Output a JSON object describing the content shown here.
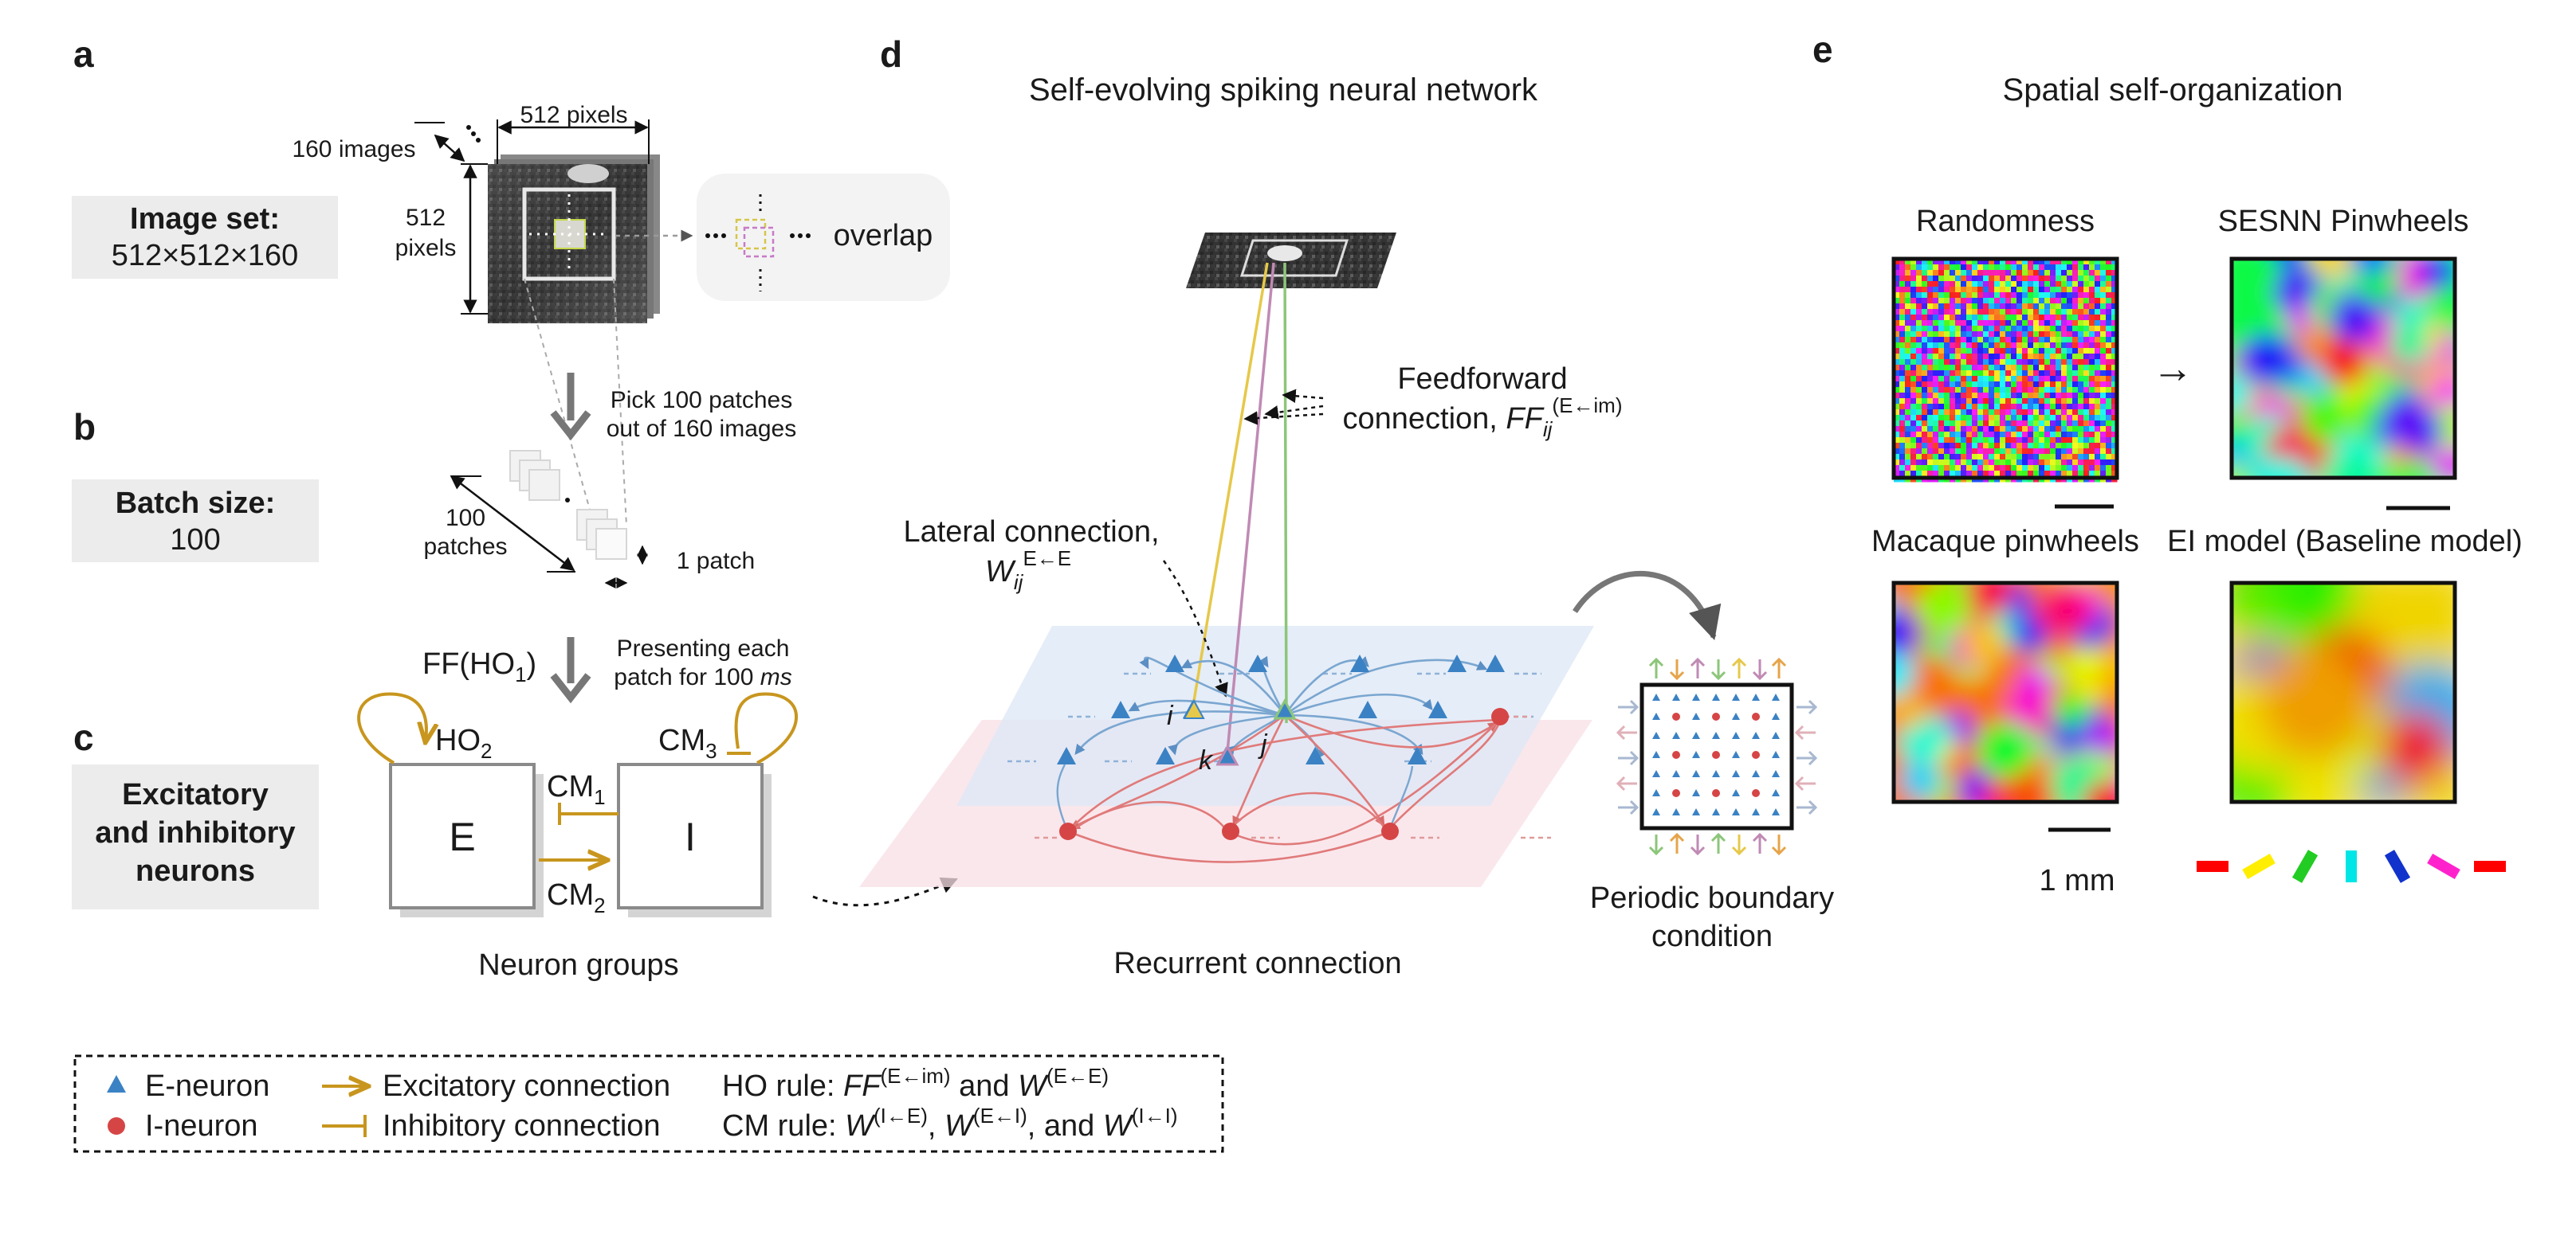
{
  "panels": {
    "a": {
      "letter": "a",
      "box_title": "Image set:",
      "box_value": "512×512×160",
      "images_label": "160 images",
      "width_label": "512 pixels",
      "height_label_1": "512",
      "height_label_2": "pixels",
      "overlap_label": "overlap"
    },
    "b": {
      "letter": "b",
      "box_title": "Batch size:",
      "box_value": "100",
      "pick_label_1": "Pick 100 patches",
      "pick_label_2": "out of 160 images",
      "patches_label_1": "100",
      "patches_label_2": "patches",
      "one_patch_label": "1 patch"
    },
    "c": {
      "letter": "c",
      "box_line_1": "Excitatory",
      "box_line_2": "and inhibitory",
      "box_line_3": "neurons",
      "ff_label": "FF(HO",
      "ff_sub": "1",
      "ff_close": ")",
      "present_label_1": "Presenting each",
      "present_label_2": "patch for 100 ",
      "present_unit": "ms",
      "ho2": "HO",
      "ho2_sub": "2",
      "cm3": "CM",
      "cm3_sub": "3",
      "cm1": "CM",
      "cm1_sub": "1",
      "cm2": "CM",
      "cm2_sub": "2",
      "e_label": "E",
      "i_label": "I",
      "caption": "Neuron groups"
    },
    "d": {
      "letter": "d",
      "title": "Self-evolving spiking neural network",
      "ff_label_1": "Feedforward",
      "ff_label_2": "connection, ",
      "ff_sym": "FF",
      "ff_sub": "ij",
      "ff_sup": "(E←im)",
      "lateral_label": "Lateral connection,",
      "lateral_sym": "W",
      "lateral_sub": "ij",
      "lateral_sup": "E←E",
      "node_i": "i",
      "node_j": "j",
      "node_k": "k",
      "caption": "Recurrent connection",
      "pbc_1": "Periodic boundary",
      "pbc_2": "condition"
    },
    "e": {
      "letter": "e",
      "title": "Spatial self-organization",
      "label_random": "Randomness",
      "label_sesnn": "SESNN Pinwheels",
      "label_macaque": "Macaque pinwheels",
      "label_ei": "EI model (Baseline model)",
      "arrow": "→",
      "scale_label": "1 mm"
    }
  },
  "legend": {
    "e_neuron": "E-neuron",
    "i_neuron": "I-neuron",
    "exc_conn": "Excitatory connection",
    "inh_conn": "Inhibitory connection",
    "ho_rule": "HO rule: ",
    "cm_rule": "CM rule: ",
    "ff": "FF",
    "w": "W",
    "and": " and ",
    "comma": ", ",
    "and_last": ", and ",
    "sup_e_im": "(E←im)",
    "sup_e_e": "(E←E)",
    "sup_i_e": "(I←E)",
    "sup_e_i": "(E←I)",
    "sup_i_i": "(I←I)"
  },
  "colors": {
    "e_neuron": "#3b82c4",
    "i_neuron": "#d64545",
    "connection": "#c8961e",
    "orientation_bar_colors": [
      "#ff0000",
      "#ffee00",
      "#22cc22",
      "#00e5e5",
      "#1133cc",
      "#ff22cc",
      "#ff0000"
    ]
  }
}
